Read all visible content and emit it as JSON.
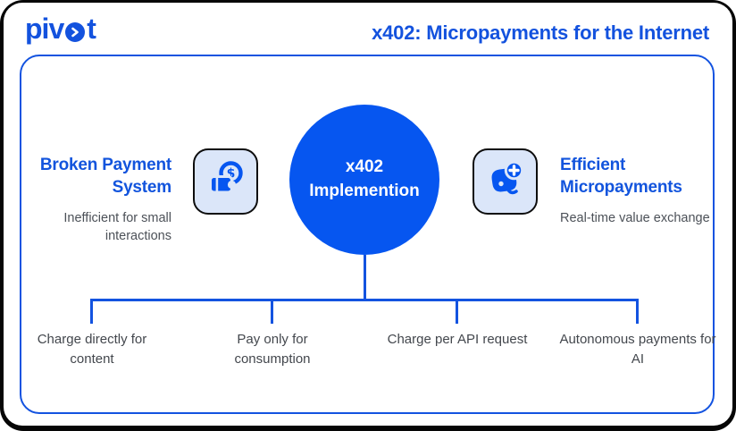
{
  "header": {
    "logo": {
      "part1": "piv",
      "part2": "t"
    },
    "title": "x402: Micropayments for the Internet"
  },
  "colors": {
    "brand_blue": "#1352de",
    "circle_blue": "#0656f0",
    "line_blue": "#1353e0",
    "icon_card_bg": "#dbe6f9",
    "icon_card_border": "#0d0d0d",
    "muted_text": "#4c5158",
    "branch_text": "#43474d",
    "frame_black": "#060606"
  },
  "diagram": {
    "center_node": {
      "line1": "x402",
      "line2": "Implemention"
    },
    "left_node": {
      "heading": "Broken Payment System",
      "subtext": "Inefficient for small interactions",
      "icon": "wallet-dollar-icon"
    },
    "right_node": {
      "heading": "Efficient Micropayments",
      "subtext": "Real-time value exchange",
      "icon": "payment-plus-icon"
    },
    "branches": [
      {
        "label": "Charge directly for content"
      },
      {
        "label": "Pay only for consumption"
      },
      {
        "label": "Charge per API request"
      },
      {
        "label": "Autonomous payments for AI"
      }
    ]
  }
}
